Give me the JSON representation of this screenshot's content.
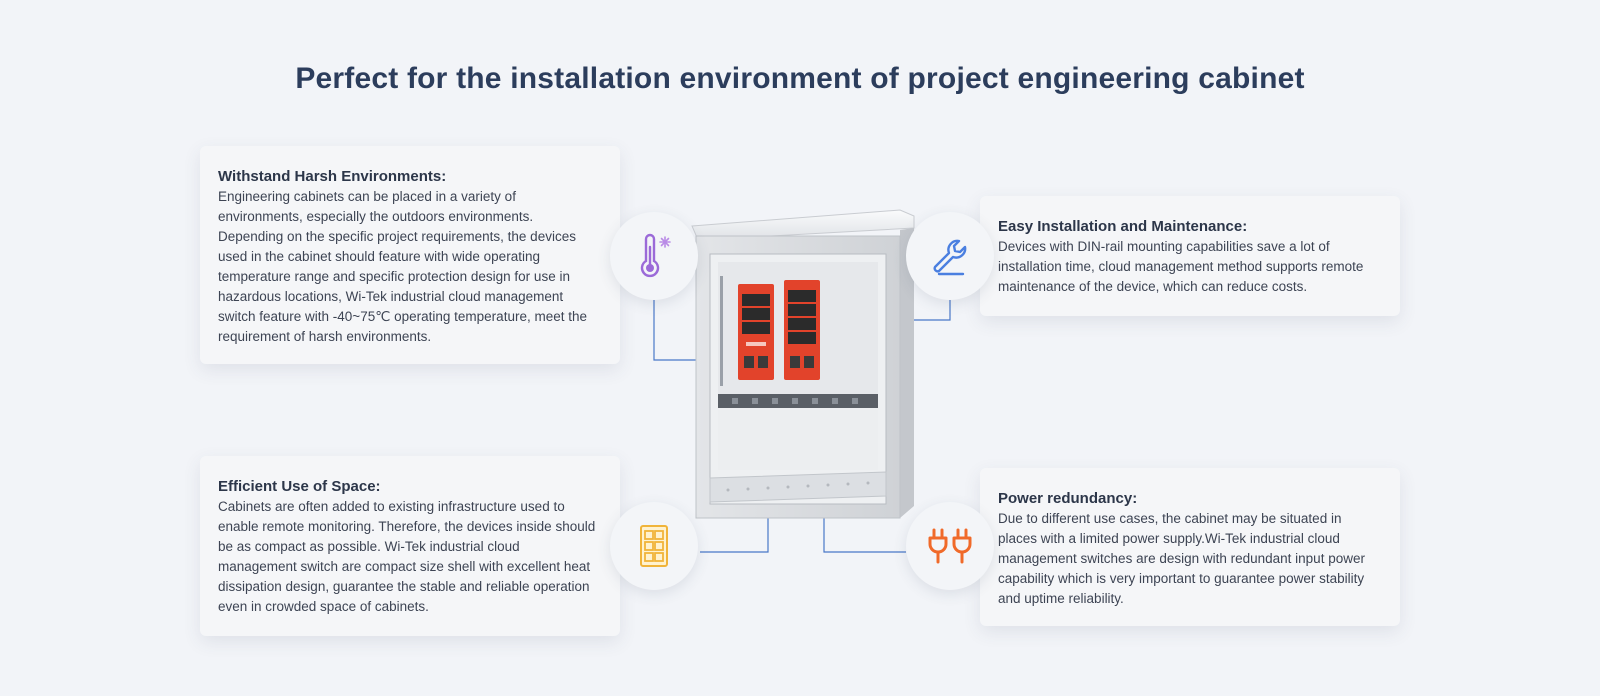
{
  "title": "Perfect for the installation environment of project engineering cabinet",
  "cards": {
    "harsh": {
      "heading": "Withstand Harsh Environments:",
      "body": "Engineering cabinets can be placed in a variety of environments, especially the outdoors environments. Depending on the specific project requirements, the devices used in the cabinet should feature with wide operating temperature range and specific protection design for use in hazardous locations, Wi-Tek industrial cloud management switch feature with -40~75℃ operating temperature, meet the requirement of harsh environments."
    },
    "space": {
      "heading": "Efficient Use of Space:",
      "body": "Cabinets are often added to existing infrastructure used to enable remote monitoring. Therefore, the devices inside should be as compact as possible. Wi-Tek industrial cloud management switch are compact size shell with excellent heat dissipation design, guarantee the stable and reliable operation even in crowded space of cabinets."
    },
    "install": {
      "heading": "Easy Installation and Maintenance:",
      "body": "Devices with DIN-rail mounting capabilities save a lot of installation time, cloud management method supports remote maintenance of the device, which can reduce costs."
    },
    "power": {
      "heading": "Power redundancy:",
      "body": "Due to different use cases, the cabinet may be situated in places with a limited power supply.Wi-Tek industrial cloud management switches are design with redundant input power capability which is very important to guarantee power stability and uptime reliability."
    }
  },
  "icons": {
    "thermo": "thermometer-snowflake-icon",
    "wrench": "wrench-icon",
    "space": "compact-modules-icon",
    "plug": "power-plug-icon"
  },
  "colors": {
    "title": "#2c3d5c",
    "thermo": "#9b6ad8",
    "wrench": "#4a7fe0",
    "space": "#f0b43a",
    "plug": "#f06a2a",
    "switch": "#e2432b",
    "connector": "#4a78c8"
  }
}
